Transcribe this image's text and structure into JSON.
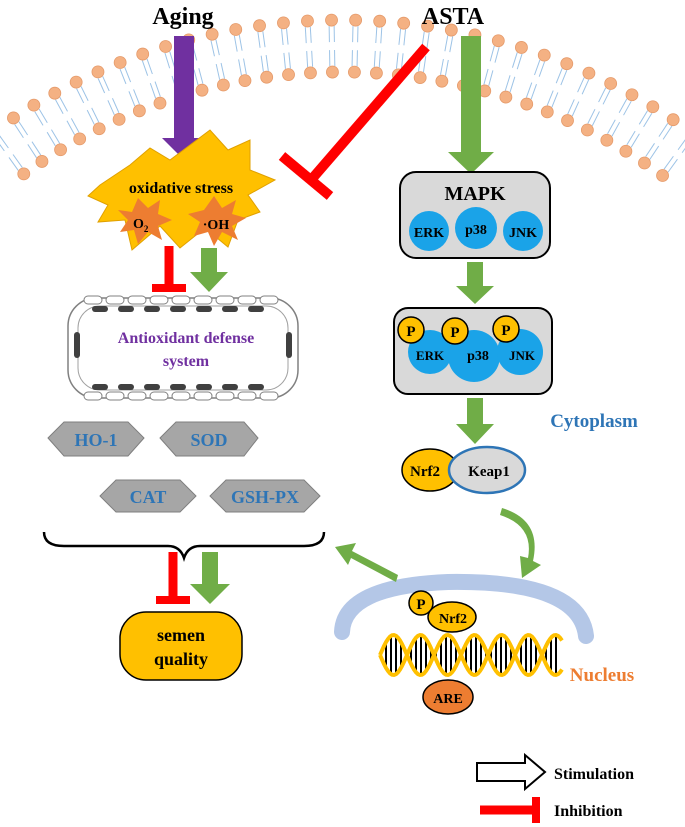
{
  "inputs": {
    "aging": "Aging",
    "asta": "ASTA"
  },
  "oxidative_stress": {
    "title": "oxidative stress",
    "o2": "O",
    "o2_sub": "2",
    "oh": "·OH"
  },
  "antioxidant": {
    "line1": "Antioxidant defense",
    "line2": "system"
  },
  "enzymes": {
    "ho1": "HO-1",
    "sod": "SOD",
    "cat": "CAT",
    "gshpx": "GSH-PX"
  },
  "semen": {
    "line1": "semen",
    "line2": "quality"
  },
  "mapk": {
    "title": "MAPK",
    "erk": "ERK",
    "p38": "p38",
    "jnk": "JNK"
  },
  "phospho": {
    "p": "P",
    "erk": "ERK",
    "p38": "p38",
    "jnk": "JNK"
  },
  "compartments": {
    "cytoplasm": "Cytoplasm",
    "nucleus": "Nucleus"
  },
  "complex": {
    "nrf2": "Nrf2",
    "keap1": "Keap1"
  },
  "nuclear": {
    "p": "P",
    "nrf2": "Nrf2",
    "are": "ARE"
  },
  "legend": {
    "stimulation": "Stimulation",
    "inhibition": "Inhibition"
  },
  "colors": {
    "aging_arrow": "#7030a0",
    "stimulation": "#70ad47",
    "inhibition": "#ff0000",
    "oxidative_star": "#ffc000",
    "ros_burst": "#ed7d31",
    "enzyme_blue": "#2e75b6",
    "node_blue": "#1aa3e8",
    "phospho_yellow": "#ffc000",
    "nucleus_arc": "#b4c7e7",
    "lipid_head": "#f4b183"
  }
}
